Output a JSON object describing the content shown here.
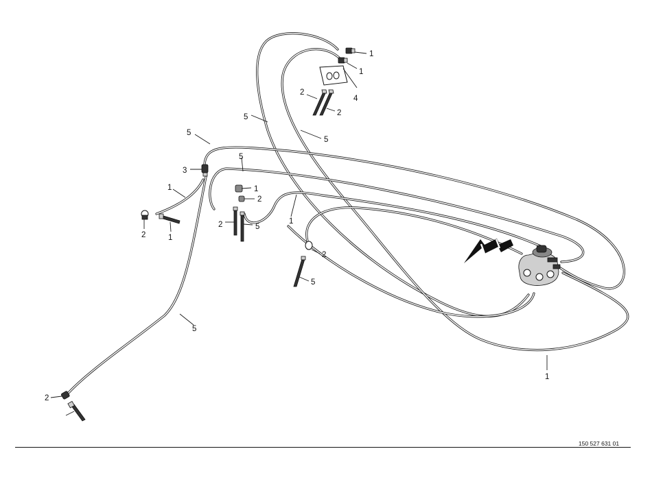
{
  "drawing_number": "150 527 631 01",
  "callout_labels": [
    "1",
    "1",
    "4",
    "2",
    "2",
    "5",
    "5",
    "5",
    "3",
    "5",
    "1",
    "1",
    "2",
    "2",
    "5",
    "1",
    "2",
    "1",
    "2",
    "5",
    "5",
    "1",
    "2"
  ],
  "colors": {
    "line": "#1a1a1a",
    "background": "#ffffff",
    "arrow": "#111111"
  }
}
